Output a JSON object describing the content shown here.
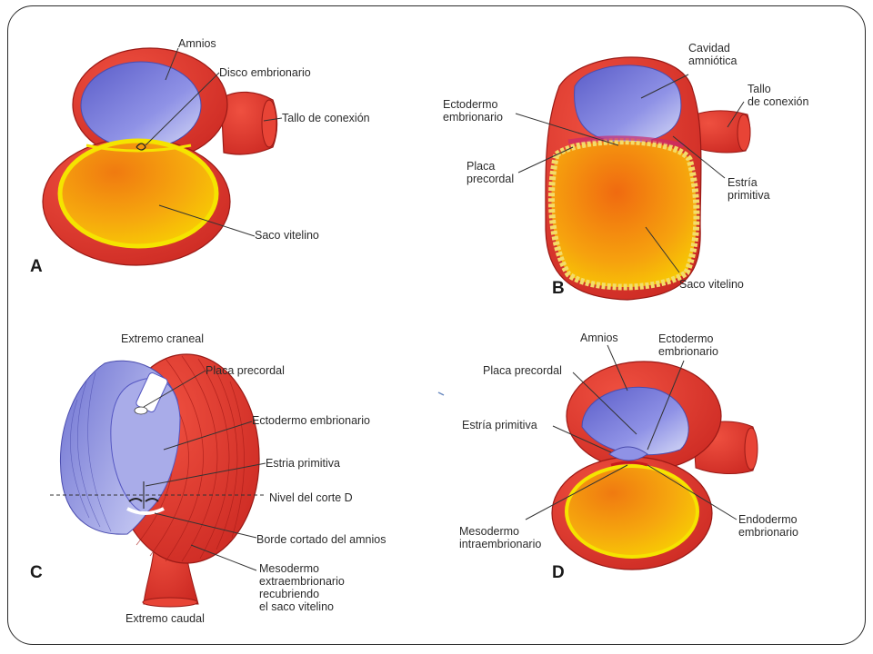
{
  "panels": {
    "a": {
      "letter": "A",
      "labels": {
        "amnios": "Amnios",
        "disco": "Disco embrionario",
        "tallo": "Tallo de conexión",
        "saco": "Saco vitelino"
      }
    },
    "b": {
      "letter": "B",
      "labels": {
        "cavidad": "Cavidad\namniótica",
        "tallo": "Tallo\nde conexión",
        "ectodermo": "Ectodermo\nembrionario",
        "placa": "Placa\nprecordal",
        "estria": "Estría\nprimitiva",
        "saco": "Saco vitelino"
      }
    },
    "c": {
      "letter": "C",
      "labels": {
        "craneal": "Extremo craneal",
        "placa": "Placa precordal",
        "ectodermo": "Ectodermo embrionario",
        "estria": "Estria primitiva",
        "nivel": "Nivel del corte D",
        "borde": "Borde cortado del amnios",
        "mesodermo": "Mesodermo\nextraembrionario\nrecubriendo\nel saco vitelino",
        "caudal": "Extremo caudal"
      }
    },
    "d": {
      "letter": "D",
      "labels": {
        "amnios": "Amnios",
        "ectodermo": "Ectodermo\nembrionario",
        "placa": "Placa precordal",
        "estria": "Estría primitiva",
        "mesodermo": "Mesodermo\nintraembrionario",
        "endodermo": "Endodermo\nembrionario"
      }
    }
  },
  "colors": {
    "mesoderm_red": "#e23a2c",
    "mesoderm_dark": "#b81f1c",
    "amnion_blue": "#8c8fe0",
    "yolk_yellow": "#f5d800",
    "yolk_orange": "#f08a10"
  }
}
